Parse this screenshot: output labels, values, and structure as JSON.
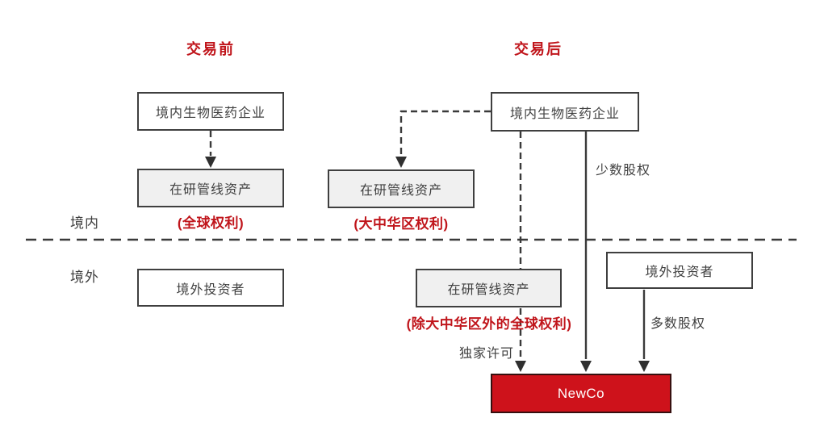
{
  "titles": {
    "before": "交易前",
    "after": "交易后"
  },
  "regions": {
    "domestic": "境内",
    "overseas": "境外"
  },
  "before": {
    "company": "境内生物医药企业",
    "pipeline": "在研管线资产",
    "pipeline_rights": "(全球权利)",
    "investor": "境外投资者"
  },
  "after": {
    "company": "境内生物医药企业",
    "pipeline_domestic": "在研管线资产",
    "pipeline_domestic_rights": "(大中华区权利)",
    "pipeline_overseas": "在研管线资产",
    "pipeline_overseas_rights": "(除大中华区外的全球权利)",
    "investor": "境外投资者",
    "newco": "NewCo"
  },
  "edge_labels": {
    "minority_equity": "少数股权",
    "majority_equity": "多数股权",
    "exclusive_license": "独家许可"
  },
  "colors": {
    "accent_red": "#c0151b",
    "newco_fill": "#ce121b",
    "newco_border": "#36100f",
    "box_border": "#3f3f3f",
    "gray_box_fill": "#f0f0f0",
    "text": "#404040",
    "line": "#3a3a3a",
    "background": "#ffffff"
  }
}
